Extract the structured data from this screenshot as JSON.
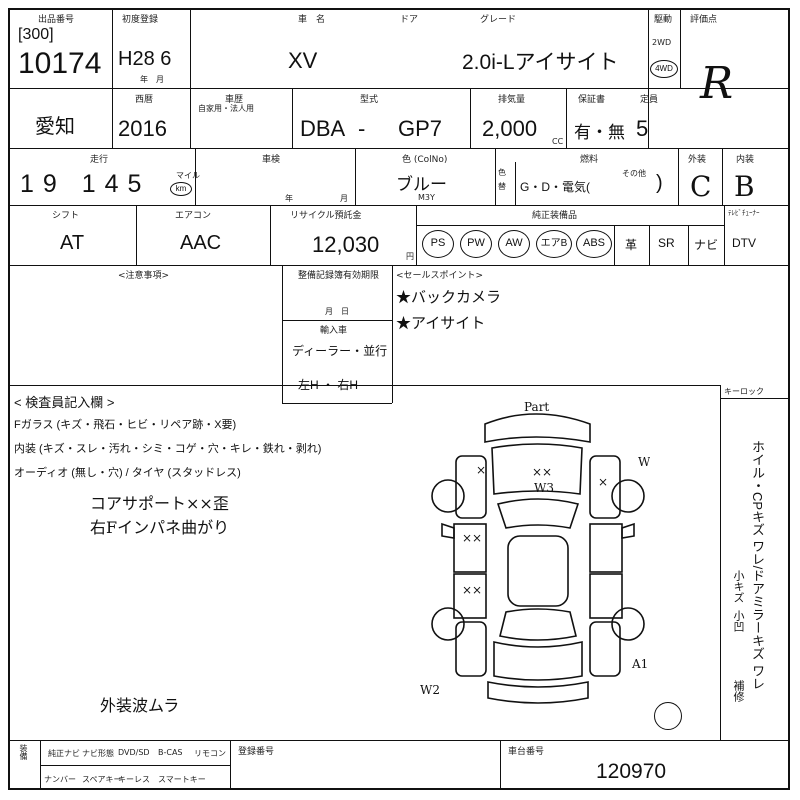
{
  "row1": {
    "lot_header": "出品番号",
    "lot_bracket": "[300]",
    "lot_number": "10174",
    "reg_header": "初度登録",
    "reg_value": "H28 6",
    "reg_sub": "年　月",
    "name_header": "車　名",
    "name_value": "XV",
    "door_header": "ドア",
    "grade_header": "グレード",
    "grade_value": "2.0i-Lアイサイト",
    "drive_header": "駆動",
    "drive_2wd": "2WD",
    "drive_4wd": "4WD",
    "score_header": "評価点",
    "score_value": "R"
  },
  "row2": {
    "pref_value": "愛知",
    "year_header": "西暦",
    "year_value": "2016",
    "sub_header": "車歴",
    "sub_note": "自家用・法人用",
    "type_header": "型式",
    "type_prefix": "DBA",
    "type_dash": "-",
    "type_value": "GP7",
    "cc_header": "排気量",
    "cc_value": "2,000",
    "cc_unit": "CC",
    "cert_header": "保証書",
    "cert_value": "有・無",
    "seats_header": "定員",
    "seats_value": "5"
  },
  "row3": {
    "mileage_header": "走行",
    "mileage_value": "19 145",
    "mileage_unit_mile": "マイル",
    "mileage_unit_km": "km",
    "inspection_header": "車検",
    "inspection_year": "年",
    "inspection_month": "月",
    "color_header": "色 (ColNo)",
    "color_value": "ブルー",
    "color_code": "M3Y",
    "color_change_label": "色替",
    "fuel_header": "燃料",
    "fuel_value": "G・D・電気(",
    "fuel_other": "その他",
    "fuel_close": ")",
    "exterior_header": "外装",
    "exterior_value": "C",
    "interior_header": "内装",
    "interior_value": "B"
  },
  "row4": {
    "shift_header": "シフト",
    "shift_value": "AT",
    "ac_header": "エアコン",
    "ac_value": "AAC",
    "recycle_header": "リサイクル預託金",
    "recycle_value": "12,030",
    "recycle_unit": "円",
    "equip_header": "純正装備品",
    "equip_circled": [
      "PS",
      "PW",
      "AW",
      "エアB",
      "ABS"
    ],
    "equip_plain": [
      "革",
      "SR",
      "ナビ",
      "DTV"
    ],
    "tv_header": "ﾃﾚﾋﾞﾁｭｰﾅｰ"
  },
  "row5": {
    "notes_header": "<注意事項>",
    "maint_header": "整備記録簿有効期限",
    "maint_date": "月　日",
    "import_header": "輸入車",
    "import_value": "ディーラー・並行",
    "import_hand": "左H ・ 右H",
    "sales_header": "<セールスポイント>",
    "sales_points": [
      "★バックカメラ",
      "★アイサイト"
    ]
  },
  "inspector": {
    "header": "< 検査員記入欄 >",
    "lines": [
      "Fガラス (キズ・飛石・ヒビ・リペア跡・X要)",
      "内装 (キズ・スレ・汚れ・シミ・コゲ・穴・キレ・鉄れ・剥れ)",
      "オーディオ (無し・穴) / タイヤ (スタッドレス)"
    ],
    "handwritten": [
      "コアサポート××歪",
      "右Fインパネ曲がり"
    ],
    "bottom_note": "外装波ムラ"
  },
  "diagram": {
    "top_label": "Part",
    "marks": [
      "W3",
      "W3",
      "A1",
      "W2",
      "××",
      "×",
      "×"
    ],
    "key_header": "キーロック"
  },
  "legend": {
    "vertical": "ホイル・CPキズ ワレ/ドアミラーキズ ワレ",
    "small_scratch": "小キズ",
    "small_dent": "小凹",
    "repair": "補修"
  },
  "footer": {
    "side_label": "装備",
    "items_top": [
      "純正ナビ",
      "ナビ形態",
      "DVD/SD",
      "B-CAS",
      "リモコン"
    ],
    "items_bottom": [
      "ナンバー",
      "スペアキー",
      "キーレス",
      "スマートキー"
    ],
    "reg_number_header": "登録番号",
    "chassis_header": "車台番号",
    "chassis_value": "120970"
  }
}
